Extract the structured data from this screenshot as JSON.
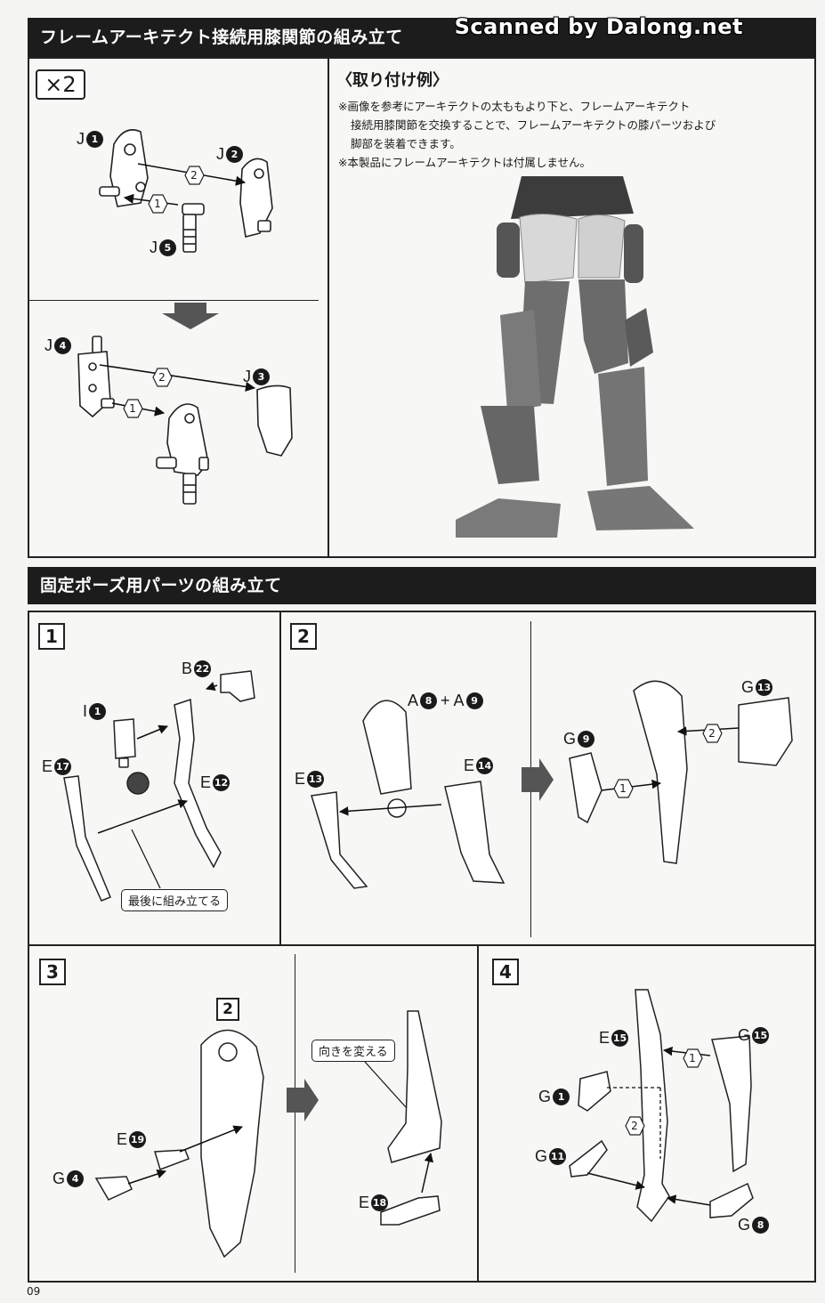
{
  "section1": {
    "title": "フレームアーキテクト接続用膝関節の組み立て",
    "multiplier": "×2",
    "example_title": "〈取り付け例〉",
    "notes": [
      "※画像を参考にアーキテクトの太ももより下と、フレームアーキテクト",
      "接続用膝関節を交換することで、フレームアーキテクトの膝パーツおよび",
      "脚部を装着できます。",
      "※本製品にフレームアーキテクトは付属しません。"
    ],
    "parts": {
      "j1": {
        "letter": "J",
        "num": "1"
      },
      "j2": {
        "letter": "J",
        "num": "2"
      },
      "j5": {
        "letter": "J",
        "num": "5"
      },
      "j4": {
        "letter": "J",
        "num": "4"
      },
      "j3": {
        "letter": "J",
        "num": "3"
      }
    },
    "order": [
      "1",
      "2",
      "2",
      "1"
    ]
  },
  "watermark": "Scanned by Dalong.net",
  "section2": {
    "title": "固定ポーズ用パーツの組み立て",
    "steps": [
      "1",
      "2",
      "3",
      "4"
    ],
    "step1": {
      "parts": {
        "b22": {
          "letter": "B",
          "num": "22"
        },
        "i1": {
          "letter": "I",
          "num": "1"
        },
        "e17": {
          "letter": "E",
          "num": "17"
        },
        "e12": {
          "letter": "E",
          "num": "12"
        }
      },
      "callout": "最後に組み立てる"
    },
    "step2": {
      "parts": {
        "a8": {
          "letter": "A",
          "num": "8"
        },
        "a9": {
          "letter": "A",
          "num": "9"
        },
        "plus": "+",
        "e13": {
          "letter": "E",
          "num": "13"
        },
        "e14": {
          "letter": "E",
          "num": "14"
        },
        "g9": {
          "letter": "G",
          "num": "9"
        },
        "g13": {
          "letter": "G",
          "num": "13"
        }
      },
      "order": [
        "1",
        "2"
      ]
    },
    "step3": {
      "ref_step": "2",
      "parts": {
        "e19": {
          "letter": "E",
          "num": "19"
        },
        "g4": {
          "letter": "G",
          "num": "4"
        },
        "e18": {
          "letter": "E",
          "num": "18"
        }
      },
      "callout": "向きを変える"
    },
    "step4": {
      "parts": {
        "e15": {
          "letter": "E",
          "num": "15"
        },
        "g15": {
          "letter": "G",
          "num": "15"
        },
        "g1": {
          "letter": "G",
          "num": "1"
        },
        "g11": {
          "letter": "G",
          "num": "11"
        },
        "g8": {
          "letter": "G",
          "num": "8"
        }
      },
      "order": [
        "1",
        "2"
      ]
    }
  },
  "page_number": "09"
}
